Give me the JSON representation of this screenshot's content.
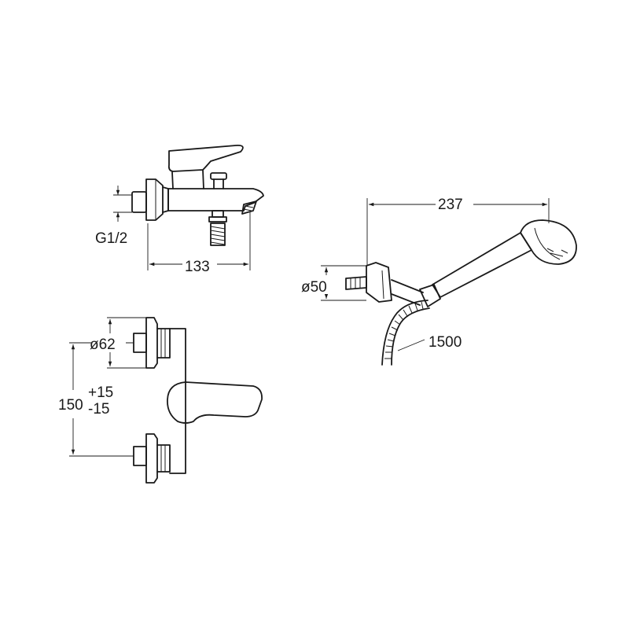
{
  "labels": {
    "thread": "G1/2",
    "depth": "133",
    "handle_width": "237",
    "bracket_diameter": "ø50",
    "hose_length": "1500",
    "flange_diameter": "ø62",
    "center_distance": "150",
    "tol_plus": "+15",
    "tol_minus": "-15"
  }
}
